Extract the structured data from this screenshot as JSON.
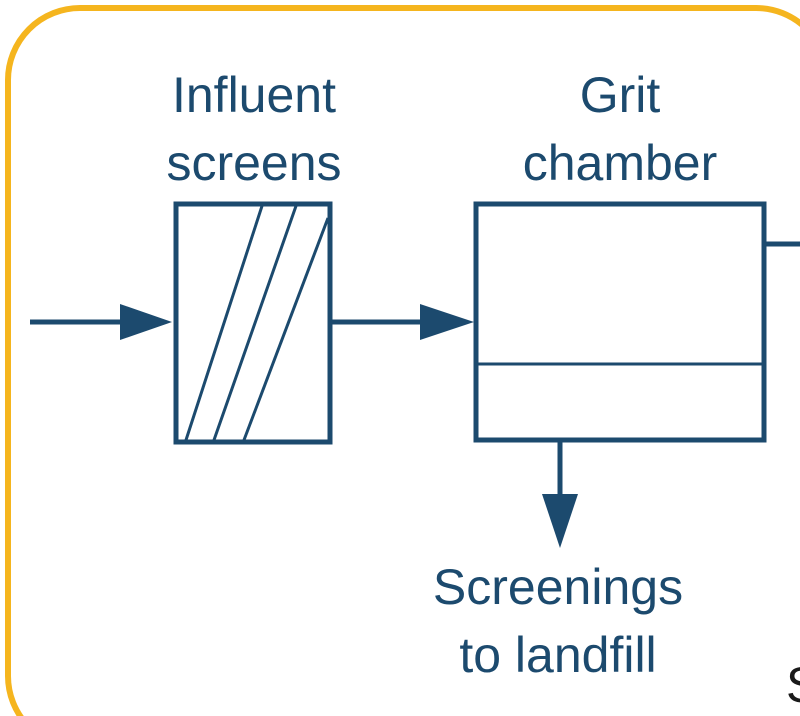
{
  "colors": {
    "frame": "#f5b51e",
    "stroke": "#1c4a6e",
    "text": "#1c4a6e",
    "background": "#ffffff"
  },
  "labels": {
    "influent_screens_line1": "Influent",
    "influent_screens_line2": "screens",
    "grit_chamber_line1": "Grit",
    "grit_chamber_line2": "chamber",
    "screenings_line1": "Screenings",
    "screenings_line2": "to landfill",
    "cut_off_letter": "S"
  }
}
